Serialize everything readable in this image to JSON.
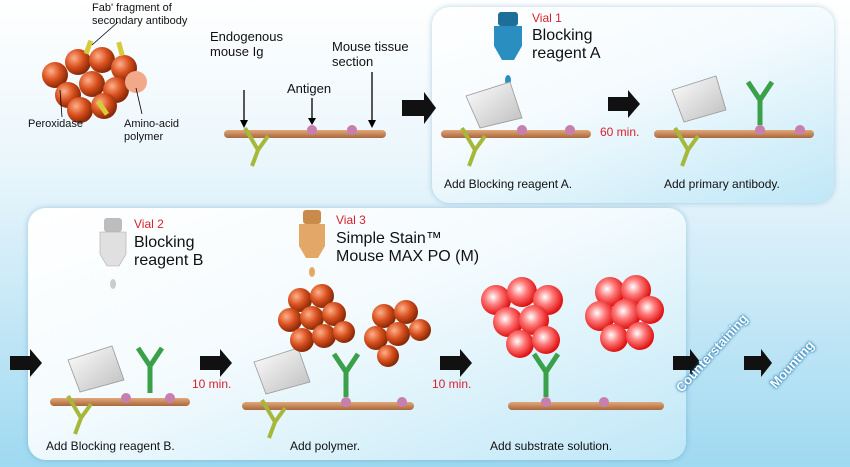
{
  "legend": {
    "fab_label": "Fab' fragment of\nsecondary antibody",
    "peroxidase_label": "Peroxidase",
    "polymer_label": "Amino-acid\npolymer"
  },
  "section": {
    "endogenous_label": "Endogenous\nmouse Ig",
    "antigen_label": "Antigen",
    "tissue_label": "Mouse tissue\nsection"
  },
  "vial1": {
    "label": "Vial 1",
    "name": "Blocking\nreagent A",
    "color": "#2a8fc0"
  },
  "vial2": {
    "label": "Vial 2",
    "name": "Blocking\nreagent B",
    "color": "#d9d9d9"
  },
  "vial3": {
    "label": "Vial 3",
    "name": "Simple Stain™\nMouse MAX PO (M)",
    "color": "#e3a868"
  },
  "times": {
    "t1": "60 min.",
    "t2": "10 min.",
    "t3": "10 min."
  },
  "captions": {
    "c1": "Add Blocking reagent A.",
    "c2": "Add primary antibody.",
    "c3": "Add Blocking reagent B.",
    "c4": "Add polymer.",
    "c5": "Add substrate solution."
  },
  "final_steps": {
    "counterstaining": "Counterstaining",
    "mounting": "Mounting"
  },
  "colors": {
    "tissue": "#c98a5a",
    "antibody": "#3aa04a",
    "ig": "#a5b83a",
    "antigen": "#c77fb0",
    "polymer_ball": "#d9501e",
    "bright": "#ff2a2a"
  }
}
